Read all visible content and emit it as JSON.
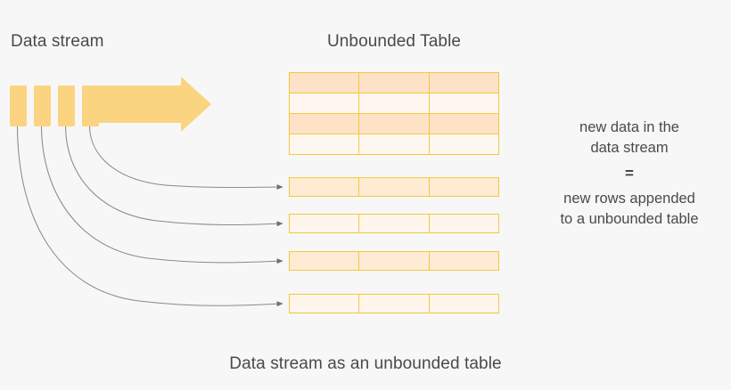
{
  "background_color": "#f7f7f7",
  "palette": {
    "bar_fill": "#fbd481",
    "arrow_fill": "#fbd481",
    "table_border": "#f2c93d",
    "row_dark": "#fde2c7",
    "row_light": "#fef7f0",
    "appended_row_dark": "#fdebd4",
    "appended_row_light": "#fef5ec",
    "connector_line": "#8a8a8a",
    "text": "#4a4a4a"
  },
  "labels": {
    "data_stream": "Data stream",
    "unbounded_table": "Unbounded Table",
    "caption": "Data stream as an unbounded table"
  },
  "equation": {
    "top_lines": [
      "new data in the",
      "data stream"
    ],
    "operator": "=",
    "bottom_lines": [
      "new rows appended",
      "to a unbounded table"
    ]
  },
  "data_stream": {
    "bar_count": 4,
    "bars": [
      {
        "id": "stream-bar-1"
      },
      {
        "id": "stream-bar-2"
      },
      {
        "id": "stream-bar-3"
      },
      {
        "id": "stream-bar-4"
      }
    ],
    "arrow": {
      "direction": "right",
      "icon": "right-arrow-icon"
    }
  },
  "unbounded_table": {
    "columns": 3,
    "rows": [
      {
        "style": "dark",
        "cells": [
          "",
          "",
          ""
        ]
      },
      {
        "style": "light",
        "cells": [
          "",
          "",
          ""
        ]
      },
      {
        "style": "dark",
        "cells": [
          "",
          "",
          ""
        ]
      },
      {
        "style": "light",
        "cells": [
          "",
          "",
          ""
        ]
      }
    ]
  },
  "appended_rows": [
    {
      "style": "dark",
      "cells": [
        "",
        "",
        ""
      ]
    },
    {
      "style": "light",
      "cells": [
        "",
        "",
        ""
      ]
    },
    {
      "style": "dark",
      "cells": [
        "",
        "",
        ""
      ]
    },
    {
      "style": "light",
      "cells": [
        "",
        "",
        ""
      ]
    }
  ],
  "connectors": [
    {
      "from_bar": 4,
      "to_row": 1
    },
    {
      "from_bar": 3,
      "to_row": 2
    },
    {
      "from_bar": 2,
      "to_row": 3
    },
    {
      "from_bar": 1,
      "to_row": 4
    }
  ]
}
